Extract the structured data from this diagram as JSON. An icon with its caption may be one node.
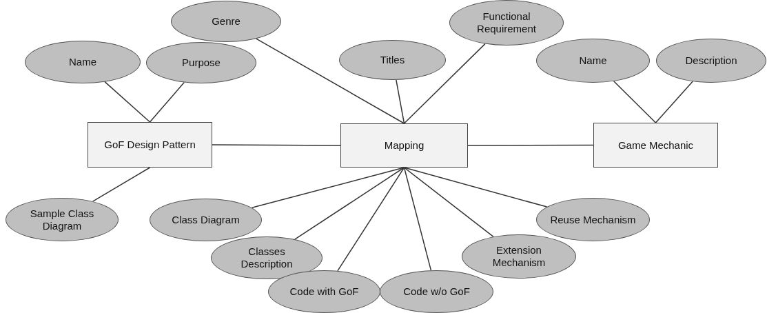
{
  "diagram": {
    "nodes": [
      {
        "text": [
          "Genre"
        ]
      },
      {
        "text": [
          "Functional Requirement"
        ]
      },
      {
        "text": [
          "Name"
        ]
      },
      {
        "text": [
          "Purpose"
        ]
      },
      {
        "text": [
          "Name"
        ]
      },
      {
        "text": [
          "Description"
        ]
      },
      {
        "text": [
          "Titles"
        ]
      },
      {
        "text": [
          "GoF Design Pattern"
        ]
      },
      {
        "text": [
          "Mapping"
        ]
      },
      {
        "text": [
          "Game Mechanic"
        ]
      },
      {
        "text": [
          "Sample Class Diagram"
        ]
      },
      {
        "text": [
          "Class Diagram"
        ]
      },
      {
        "text": [
          "Reuse Mechanism"
        ]
      },
      {
        "text": [
          "Classes Description"
        ]
      },
      {
        "text": [
          "Extension Mechanism"
        ]
      },
      {
        "text": [
          "Code with GoF"
        ]
      },
      {
        "text": [
          "Code w/o GoF"
        ]
      }
    ],
    "edges": [
      {
        "from": 7,
        "to": 2,
        "arrow": "none"
      },
      {
        "from": 7,
        "to": 3,
        "arrow": "none"
      },
      {
        "from": 7,
        "to": 10,
        "arrow": "none"
      },
      {
        "from": 7,
        "to": 8,
        "arrow": "none"
      },
      {
        "from": 8,
        "to": 9,
        "arrow": "none"
      },
      {
        "from": 8,
        "to": 0,
        "arrow": "none"
      },
      {
        "from": 8,
        "to": 6,
        "arrow": "none"
      },
      {
        "from": 8,
        "to": 1,
        "arrow": "none"
      },
      {
        "from": 9,
        "to": 4,
        "arrow": "none"
      },
      {
        "from": 9,
        "to": 5,
        "arrow": "none"
      },
      {
        "from": 8,
        "to": 11,
        "arrow": "none"
      },
      {
        "from": 8,
        "to": 13,
        "arrow": "none"
      },
      {
        "from": 8,
        "to": 15,
        "arrow": "none"
      },
      {
        "from": 8,
        "to": 16,
        "arrow": "none"
      },
      {
        "from": 8,
        "to": 14,
        "arrow": "none"
      },
      {
        "from": 8,
        "to": 12,
        "arrow": "none"
      }
    ]
  }
}
